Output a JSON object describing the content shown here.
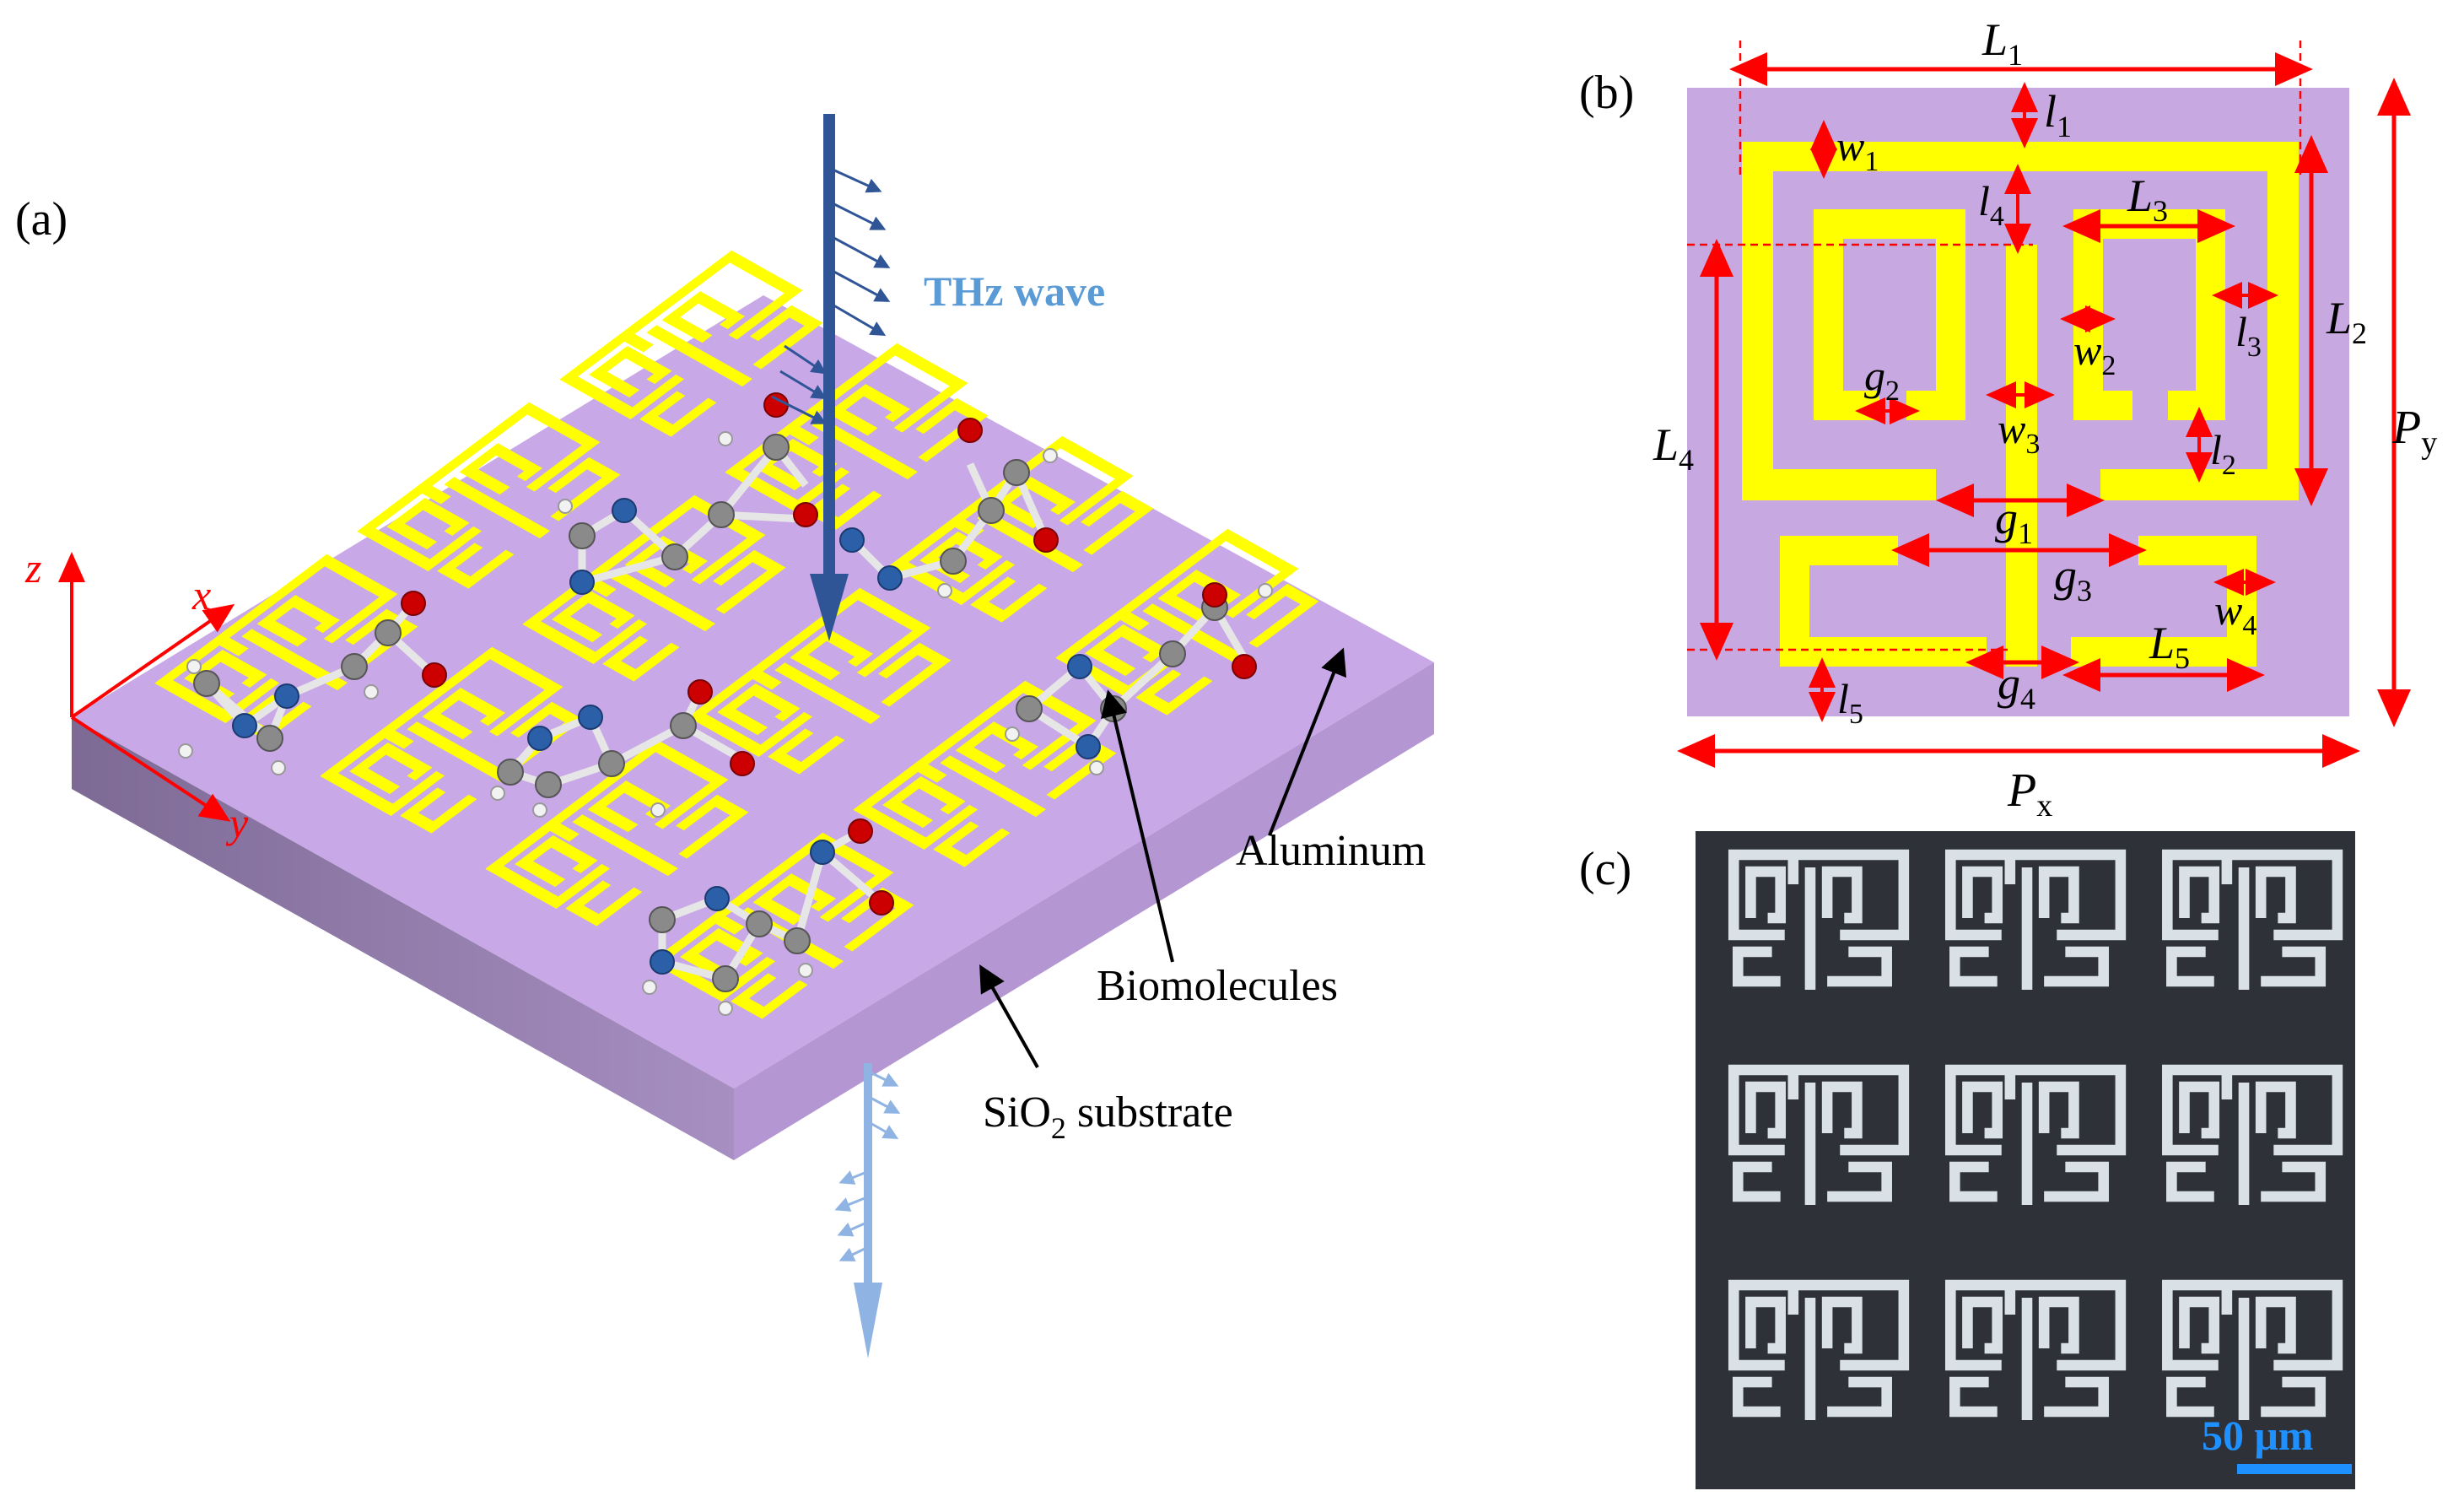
{
  "panel_a": {
    "label": "(a)",
    "wave_label": "THz wave",
    "axes": {
      "x": "x",
      "y": "y",
      "z": "z"
    },
    "callouts": {
      "aluminum": "Aluminum",
      "biomolecules": "Biomolecules",
      "substrate_pre": "SiO",
      "substrate_sub": "2",
      "substrate_post": " substrate"
    }
  },
  "panel_b": {
    "label": "(b)",
    "dims": {
      "L": "L",
      "l": "l",
      "w": "w",
      "g": "g",
      "P": "P",
      "sub1": "1",
      "sub2": "2",
      "sub3": "3",
      "sub4": "4",
      "sub5": "5",
      "subx": "x",
      "suby": "y"
    }
  },
  "panel_c": {
    "label": "(c)",
    "scale_bar": "50 μm"
  },
  "colors": {
    "substrate": "#c8a5e3",
    "substrate_side": "#9a7fb3",
    "metal": "#ffff00",
    "dimension": "#ff0000",
    "wave": "#2f5597",
    "micrograph_bg": "#2e3238",
    "micrograph_metal": "#d9e1e6"
  },
  "icons": [
    "thz-arrow-icon",
    "molecule-icon",
    "axis-icon"
  ]
}
